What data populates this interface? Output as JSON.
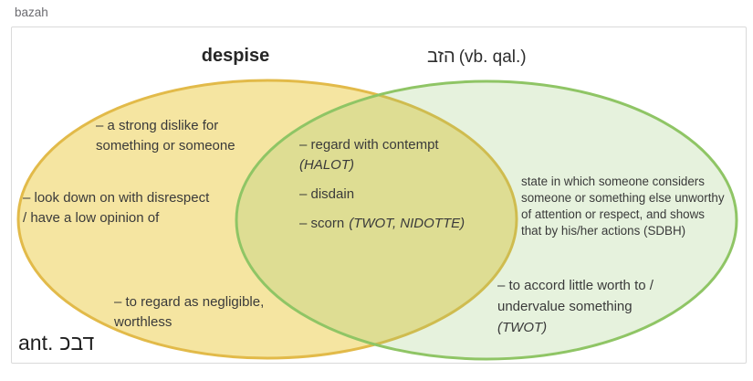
{
  "page": {
    "label": "bazah"
  },
  "colors": {
    "left_fill": "#f5e5a1",
    "left_stroke": "#e2ba49",
    "right_fill": "#8ec564",
    "right_stroke": "#8fc565",
    "text": "#3a3a3a",
    "panel_border": "#dadada"
  },
  "venn": {
    "left_title": "despise",
    "right_title_hebrew": "בזה",
    "right_title_qualifier": "(vb. qal.)",
    "left_items": [
      {
        "text": "– a strong dislike for\nsomething or someone"
      },
      {
        "text": "– look down on with disrespect\n/ have a low opinion of"
      },
      {
        "text": "– to regard as negligible,\nworthless"
      }
    ],
    "shared_items": {
      "item1_text": "– regard with contempt",
      "item1_source": "(HALOT)",
      "item2_text": "– disdain",
      "item3_text": "– scorn",
      "item3_source": "(TWOT, NIDOTTE)"
    },
    "right_items": {
      "definition": "state in which someone considers\nsomeone or something else unworthy\nof attention or respect, and shows\nthat by his/her actions (SDBH)",
      "item2_text": "– to accord little worth to /\nundervalue something",
      "item2_source": "(TWOT)"
    },
    "antonym_prefix": "ant.",
    "antonym_hebrew": "כבד"
  }
}
